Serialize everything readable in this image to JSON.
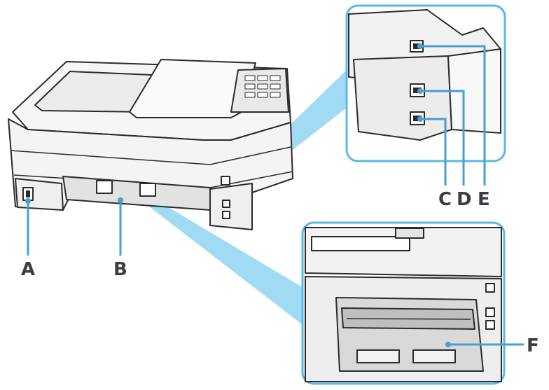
{
  "callouts": {
    "a": "A",
    "b": "B",
    "c": "C",
    "d": "D",
    "e": "E",
    "f": "F"
  },
  "colors": {
    "accent": "#58b9e6",
    "accent_fill": "#8fd3f1",
    "printer_body": "#f4f4f4",
    "outline": "#2b2b2b",
    "label_text": "#3a3d42",
    "leader_line": "#4a9ed0"
  }
}
